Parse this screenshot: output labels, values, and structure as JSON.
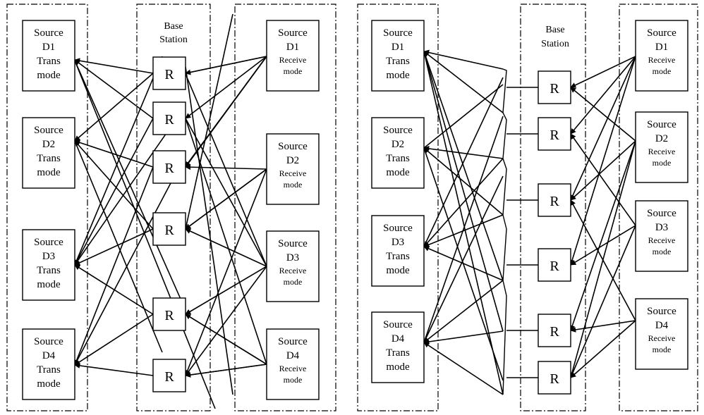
{
  "diagrams": [
    {
      "station_label": [
        "Base",
        "Station"
      ],
      "trans": [
        [
          "Source",
          "D1",
          "Trans",
          "mode"
        ],
        [
          "Source",
          "D2",
          "Trans",
          "mode"
        ],
        [
          "Source",
          "D3",
          "Trans",
          "mode"
        ],
        [
          "Source",
          "D4",
          "Trans",
          "mode"
        ]
      ],
      "receive": [
        [
          "Source",
          "D1",
          "Receive",
          "mode"
        ],
        [
          "Source",
          "D2",
          "Receive",
          "mode"
        ],
        [
          "Source",
          "D3",
          "Receive",
          "mode"
        ],
        [
          "Source",
          "D4",
          "Receive",
          "mode"
        ]
      ],
      "relays": [
        "R",
        "R",
        "R",
        "R",
        "R",
        "R"
      ]
    },
    {
      "station_label": [
        "Base",
        "Station"
      ],
      "trans": [
        [
          "Source",
          "D1",
          "Trans",
          "mode"
        ],
        [
          "Source",
          "D2",
          "Trans",
          "mode"
        ],
        [
          "Source",
          "D3",
          "Trans",
          "mode"
        ],
        [
          "Source",
          "D4",
          "Trans",
          "mode"
        ]
      ],
      "receive": [
        [
          "Source",
          "D1",
          "Receive",
          "mode"
        ],
        [
          "Source",
          "D2",
          "Receive",
          "mode"
        ],
        [
          "Source",
          "D3",
          "Receive",
          "mode"
        ],
        [
          "Source",
          "D4",
          "Receive",
          "mode"
        ]
      ],
      "relays": [
        "R",
        "R",
        "R",
        "R",
        "R",
        "R"
      ]
    }
  ]
}
